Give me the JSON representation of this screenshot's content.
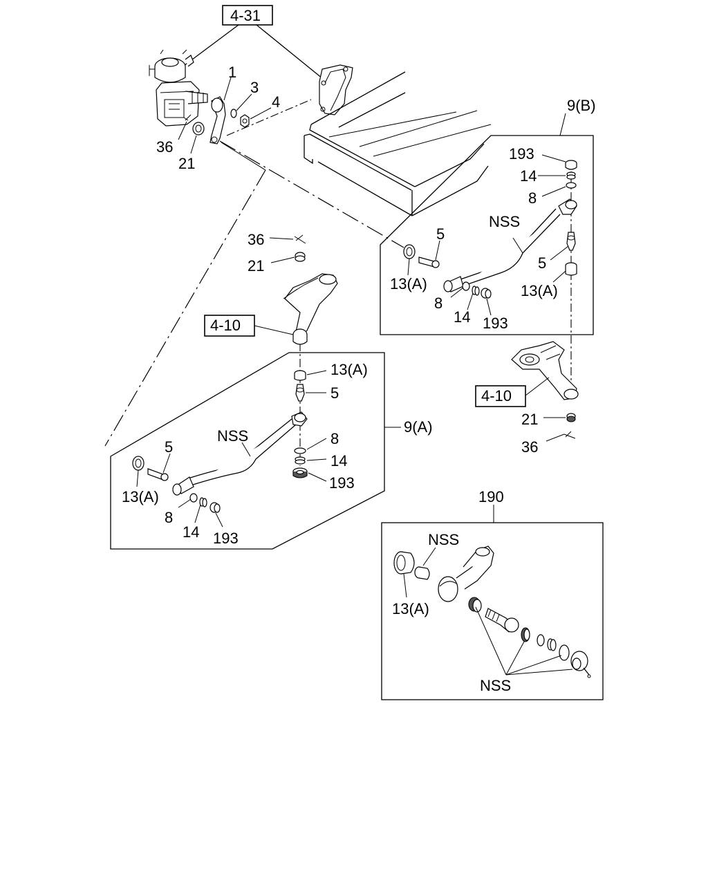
{
  "refs": {
    "ref_4_31": "4-31",
    "ref_4_10_left": "4-10",
    "ref_4_10_right": "4-10"
  },
  "groups": {
    "group_9a": "9(A)",
    "group_9b": "9(B)",
    "group_190": "190"
  },
  "gearbox_labels": {
    "p1": "1",
    "p3": "3",
    "p4": "4",
    "p36": "36",
    "p21": "21"
  },
  "idler_left_labels": {
    "p36": "36",
    "p21": "21"
  },
  "group_9b_labels": {
    "p193_top": "193",
    "p14_top": "14",
    "p8_top": "8",
    "nss": "NSS",
    "p5_left": "5",
    "p13a_left": "13(A)",
    "p5_right": "5",
    "p13a_right": "13(A)",
    "p8_bottom": "8",
    "p14_bottom": "14",
    "p193_bottom": "193"
  },
  "idler_right_labels": {
    "p21": "21",
    "p36": "36"
  },
  "group_9a_labels": {
    "p13a_top": "13(A)",
    "p5_top": "5",
    "nss": "NSS",
    "p8_right": "8",
    "p14_right": "14",
    "p193_right": "193",
    "p5_left": "5",
    "p13a_left": "13(A)",
    "p8_bottom": "8",
    "p14_bottom": "14",
    "p193_bottom": "193"
  },
  "group_190_labels": {
    "nss_top": "NSS",
    "p13a": "13(A)",
    "nss_bottom": "NSS"
  }
}
